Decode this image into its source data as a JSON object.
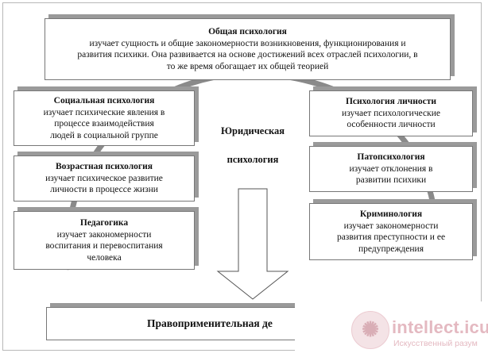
{
  "top": {
    "title": "Общая психология",
    "desc_lines": [
      "изучает сущность и общие закономерности возникновения, функционирования и",
      "развития психики. Она развивается на основе достижений всех отраслей психологии, в",
      "то же время обогащает их общей теорией"
    ]
  },
  "center": {
    "line1": "Юридическая",
    "line2": "психология"
  },
  "left": [
    {
      "title": "Социальная психология",
      "desc_lines": [
        "изучает психические явления в",
        "процессе взаимодействия",
        "людей в социальной группе"
      ]
    },
    {
      "title": "Возрастная психология",
      "desc_lines": [
        "изучает психическое развитие",
        "личности в процессе жизни"
      ]
    },
    {
      "title": "Педагогика",
      "desc_lines": [
        "изучает закономерности",
        "воспитания и перевоспитания",
        "человека"
      ]
    }
  ],
  "right": [
    {
      "title": "Психология личности",
      "desc_lines": [
        "изучает психологические",
        "особенности личности"
      ]
    },
    {
      "title": "Патопсихология",
      "desc_lines": [
        "изучает отклонения в",
        "развитии психики"
      ]
    },
    {
      "title": "Криминология",
      "desc_lines": [
        "изучает закономерности",
        "развития преступности и ее",
        "предупреждения"
      ]
    }
  ],
  "footer": {
    "text": "Правоприменительная де"
  },
  "watermark": {
    "name": "intellect.icu",
    "tagline": "Искусственный разум",
    "logo_icon": "brain-logo-icon"
  },
  "colors": {
    "border": "#777777",
    "shadow": "#9a9a9a",
    "arc": "#8a8a8a",
    "watermark": "#e4b9c1"
  }
}
